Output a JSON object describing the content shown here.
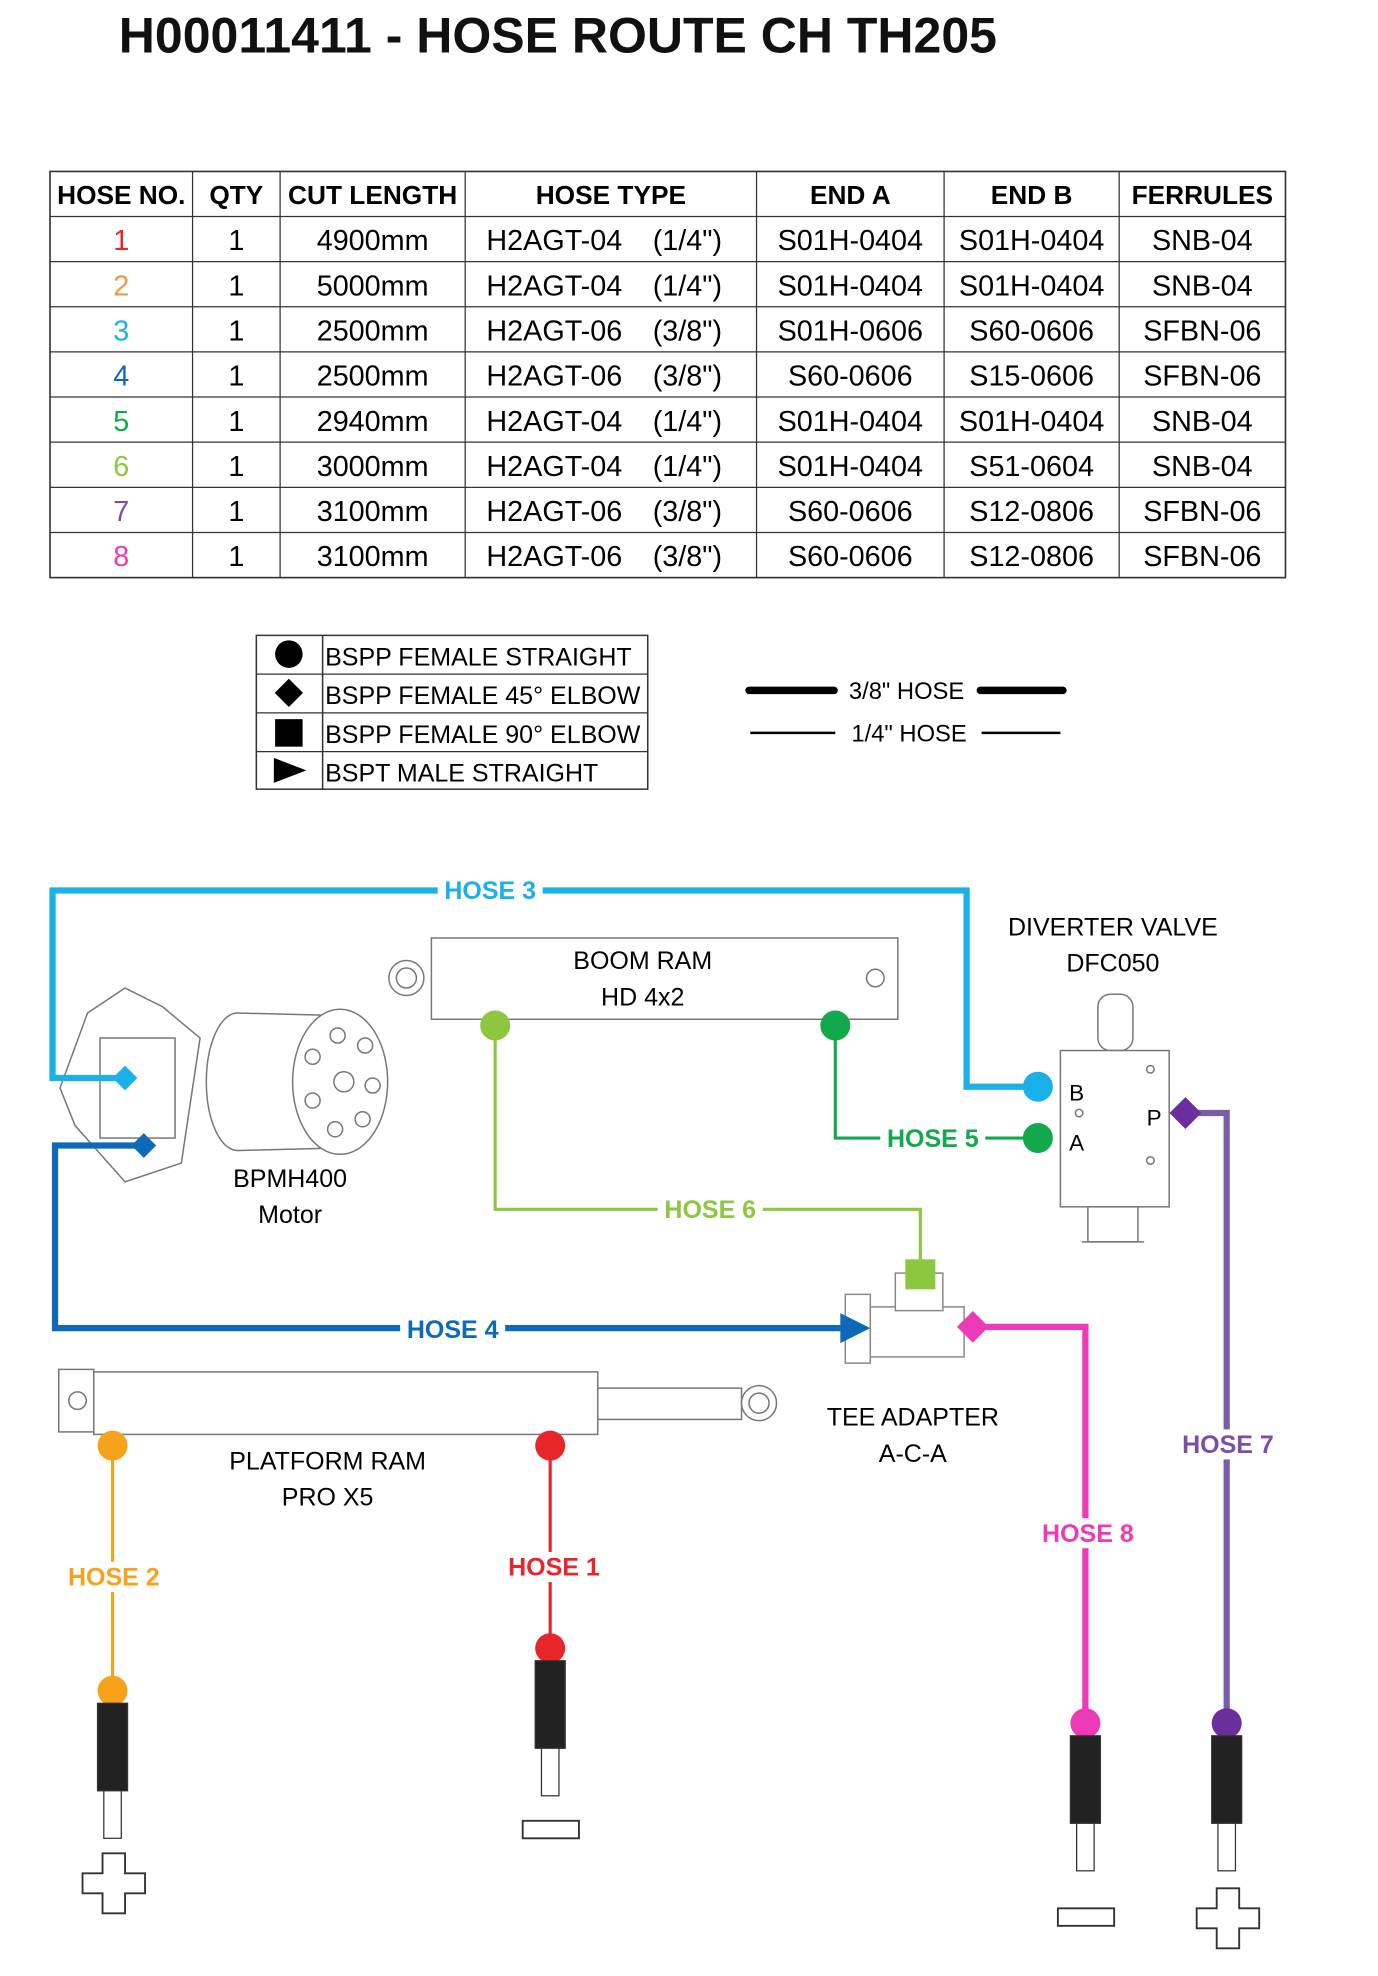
{
  "title": "H00011411 - HOSE ROUTE CH TH205",
  "table": {
    "headers": [
      "HOSE NO.",
      "QTY",
      "CUT LENGTH",
      "HOSE TYPE",
      "END A",
      "END B",
      "FERRULES"
    ],
    "rows": [
      {
        "no": "1",
        "qty": "1",
        "length": "4900mm",
        "type": "H2AGT-04",
        "size": "(1/4\")",
        "end_a": "S01H-0404",
        "end_b": "S01H-0404",
        "ferrules": "SNB-04",
        "color": "#e8262a"
      },
      {
        "no": "2",
        "qty": "1",
        "length": "5000mm",
        "type": "H2AGT-04",
        "size": "(1/4\")",
        "end_a": "S01H-0404",
        "end_b": "S01H-0404",
        "ferrules": "SNB-04",
        "color": "#f0954a"
      },
      {
        "no": "3",
        "qty": "1",
        "length": "2500mm",
        "type": "H2AGT-06",
        "size": "(3/8\")",
        "end_a": "S01H-0606",
        "end_b": "S60-0606",
        "ferrules": "SFBN-06",
        "color": "#1ab0e8"
      },
      {
        "no": "4",
        "qty": "1",
        "length": "2500mm",
        "type": "H2AGT-06",
        "size": "(3/8\")",
        "end_a": "S60-0606",
        "end_b": "S15-0606",
        "ferrules": "SFBN-06",
        "color": "#0e6ab8"
      },
      {
        "no": "5",
        "qty": "1",
        "length": "2940mm",
        "type": "H2AGT-04",
        "size": "(1/4\")",
        "end_a": "S01H-0404",
        "end_b": "S01H-0404",
        "ferrules": "SNB-04",
        "color": "#12a84c"
      },
      {
        "no": "6",
        "qty": "1",
        "length": "3000mm",
        "type": "H2AGT-04",
        "size": "(1/4\")",
        "end_a": "S01H-0404",
        "end_b": "S51-0604",
        "ferrules": "SNB-04",
        "color": "#8dc63f"
      },
      {
        "no": "7",
        "qty": "1",
        "length": "3100mm",
        "type": "H2AGT-06",
        "size": "(3/8\")",
        "end_a": "S60-0606",
        "end_b": "S12-0806",
        "ferrules": "SFBN-06",
        "color": "#7a4fa8"
      },
      {
        "no": "8",
        "qty": "1",
        "length": "3100mm",
        "type": "H2AGT-06",
        "size": "(3/8\")",
        "end_a": "S60-0606",
        "end_b": "S12-0806",
        "ferrules": "SFBN-06",
        "color": "#ec3ab8"
      }
    ]
  },
  "fitting_legend": [
    {
      "icon": "circle-icon",
      "label": "BSPP FEMALE STRAIGHT"
    },
    {
      "icon": "diamond-icon",
      "label": "BSPP FEMALE 45° ELBOW"
    },
    {
      "icon": "square-icon",
      "label": "BSPP FEMALE 90° ELBOW"
    },
    {
      "icon": "triangle-icon",
      "label": "BSPT MALE STRAIGHT"
    }
  ],
  "hose_legend": [
    {
      "label": "3/8\" HOSE",
      "weight": "thick"
    },
    {
      "label": "1/4\" HOSE",
      "weight": "thin"
    }
  ],
  "components": {
    "boom_ram": [
      "BOOM RAM",
      "HD 4x2"
    ],
    "diverter": [
      "DIVERTER VALVE",
      "DFC050"
    ],
    "motor": [
      "BPMH400",
      "Motor"
    ],
    "tee": [
      "TEE ADAPTER",
      "A-C-A"
    ],
    "platform_ram": [
      "PLATFORM RAM",
      "PRO X5"
    ],
    "valve_ports": {
      "b": "B",
      "a": "A",
      "p": "P"
    }
  },
  "hose_labels": {
    "h1": "HOSE 1",
    "h2": "HOSE 2",
    "h3": "HOSE 3",
    "h4": "HOSE 4",
    "h5": "HOSE 5",
    "h6": "HOSE 6",
    "h7": "HOSE 7",
    "h8": "HOSE 8"
  },
  "polarity": {
    "plus": "+",
    "minus": "−"
  }
}
